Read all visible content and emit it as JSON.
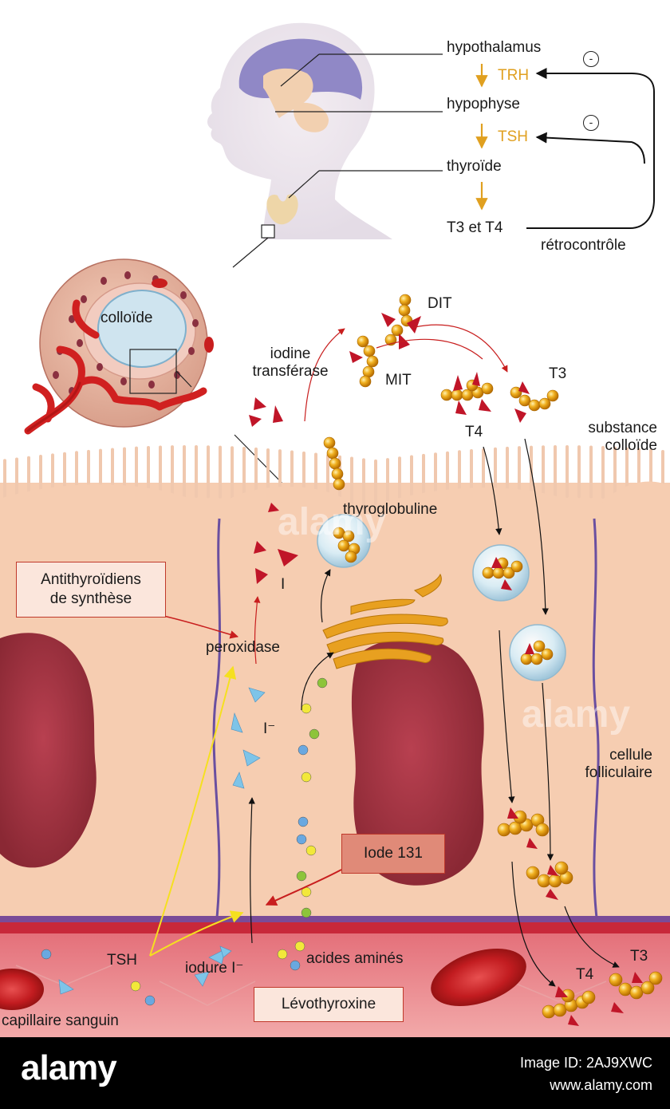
{
  "axis": {
    "hypothalamus": "hypothalamus",
    "trh": "TRH",
    "hypophyse": "hypophyse",
    "tsh": "TSH",
    "thyroide": "thyroïde",
    "t3_t4": "T3 et T4",
    "retrocontrole": "rétrocontrôle",
    "minus": "-"
  },
  "follicle": {
    "colloide": "colloïde"
  },
  "labels": {
    "iodine_transferase": "iodine\ntransférase",
    "dit": "DIT",
    "mit": "MIT",
    "t3_top": "T3",
    "t4_top": "T4",
    "substance_colloide": "substance\ncolloïde",
    "thyroglobuline": "thyroglobuline",
    "i": "I",
    "peroxidase": "peroxidase",
    "i_minus": "I⁻",
    "cellule_folliculaire": "cellule\nfolliculaire",
    "tsh_blood": "TSH",
    "iodure": "iodure I⁻",
    "acides_amines": "acides aminés",
    "capillaire": "capillaire sanguin",
    "t4_bottom": "T4",
    "t3_bottom": "T3"
  },
  "boxes": {
    "antithyroidiens": "Antithyroïdiens\nde synthèse",
    "iode131": "Iode 131",
    "levothyroxine": "Lévothyroxine"
  },
  "footer": {
    "brand": "alamy",
    "image_id": "Image ID: 2AJ9XWC",
    "site": "www.alamy.com"
  },
  "watermark": "alamy",
  "colors": {
    "hormone": "#e0a020",
    "cell": "#f6cdb1",
    "nucleus": "#a7343f",
    "blood": "#c8283a",
    "membrane": "#6a4fa0",
    "box_border": "#c0392b"
  }
}
